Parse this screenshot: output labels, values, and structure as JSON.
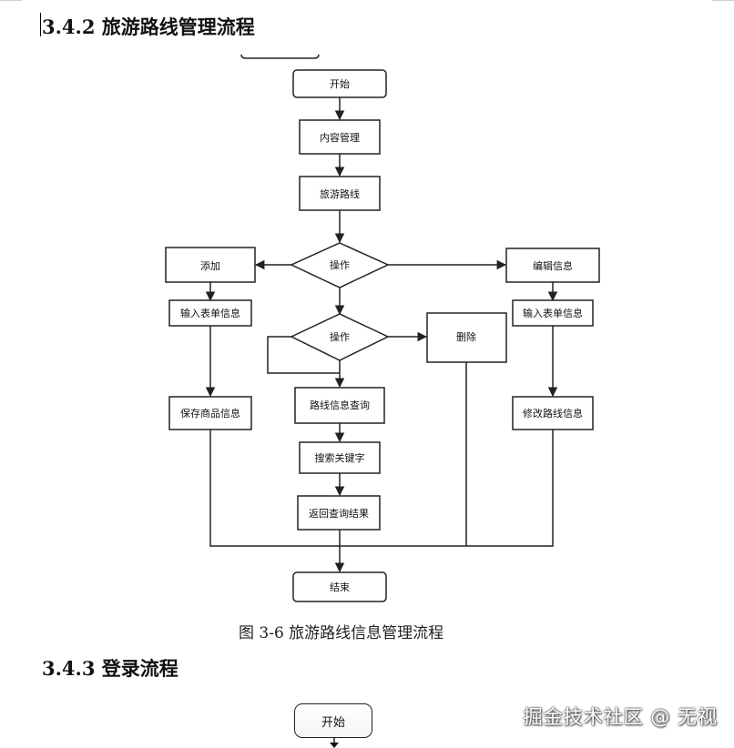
{
  "section_heading": "3.4.2 旅游路线管理流程",
  "flowchart": {
    "nodes": {
      "start": "开始",
      "content_mgmt": "内容管理",
      "travel_route": "旅游路线",
      "op1": "操作",
      "add": "添加",
      "input_form_left": "输入表单信息",
      "save_goods": "保存商品信息",
      "edit_info": "编辑信息",
      "input_form_right": "输入表单信息",
      "modify_route": "修改路线信息",
      "op2": "操作",
      "delete": "删除",
      "route_query": "路线信息查询",
      "search_keyword": "搜索关键字",
      "return_result": "返回查询结果",
      "end": "结束"
    }
  },
  "figure_caption": "图 3-6 旅游路线信息管理流程",
  "next_heading": "3.4.3  登录流程",
  "next_flow_start": "开始",
  "watermark": "掘金技术社区 @ 无视"
}
